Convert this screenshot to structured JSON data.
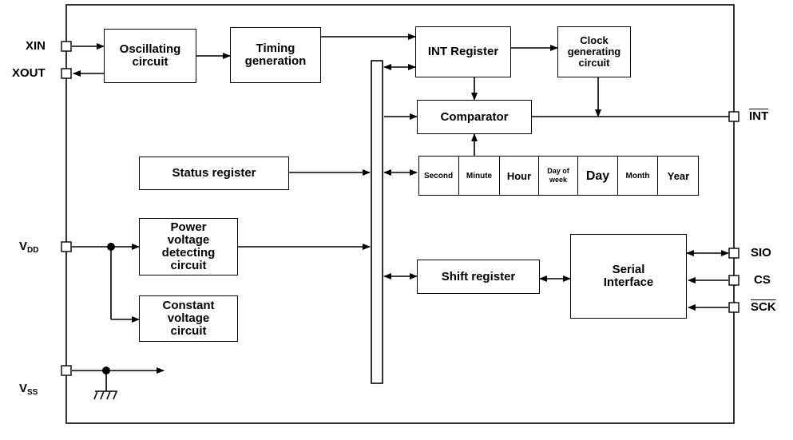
{
  "blocks": {
    "oscillating_circuit": "Oscillating\ncircuit",
    "timing_generation": "Timing\ngeneration",
    "int_register": "INT Register",
    "clock_generating_circuit": "Clock\ngenerating\ncircuit",
    "comparator": "Comparator",
    "status_register": "Status register",
    "power_voltage_detecting_circuit": "Power\nvoltage\ndetecting\ncircuit",
    "constant_voltage_circuit": "Constant\nvoltage\ncircuit",
    "shift_register": "Shift register",
    "serial_interface": "Serial\nInterface"
  },
  "time_registers": [
    "Second",
    "Minute",
    "Hour",
    "Day of\nweek",
    "Day",
    "Month",
    "Year"
  ],
  "pins": {
    "xin": "XIN",
    "xout": "XOUT",
    "vdd_main": "V",
    "vdd_sub": "DD",
    "vss_main": "V",
    "vss_sub": "SS",
    "int": "INT",
    "sio": "SIO",
    "cs": "CS",
    "sck": "SCK"
  }
}
